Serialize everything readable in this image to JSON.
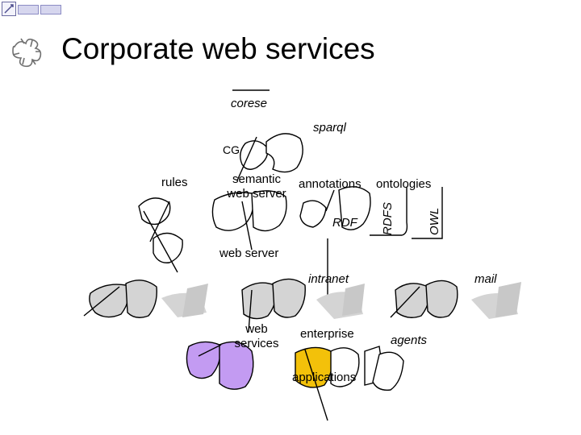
{
  "title": "Corporate web services",
  "labels": {
    "corese": "corese",
    "sparql": "sparql",
    "cg": "CG",
    "rules": "rules",
    "semantic_web_server_line1": "semantic",
    "semantic_web_server_line2": "web server",
    "annotations": "annotations",
    "ontologies": "ontologies",
    "rdf": "RDF",
    "rdfs": "RDFS",
    "owl": "OWL",
    "web_server": "web server",
    "intranet": "intranet",
    "mail": "mail",
    "web_services_line1": "web",
    "web_services_line2": "services",
    "enterprise": "enterprise",
    "agents": "agents",
    "applications": "applications"
  },
  "colors": {
    "piece_gray": "#d4d4d4",
    "piece_purple": "#c39bf2",
    "piece_yellow": "#f3c10a",
    "accent_blue": "#8c8cc4"
  },
  "icons": [
    "puzzle-logo-icon",
    "pen-icon"
  ]
}
